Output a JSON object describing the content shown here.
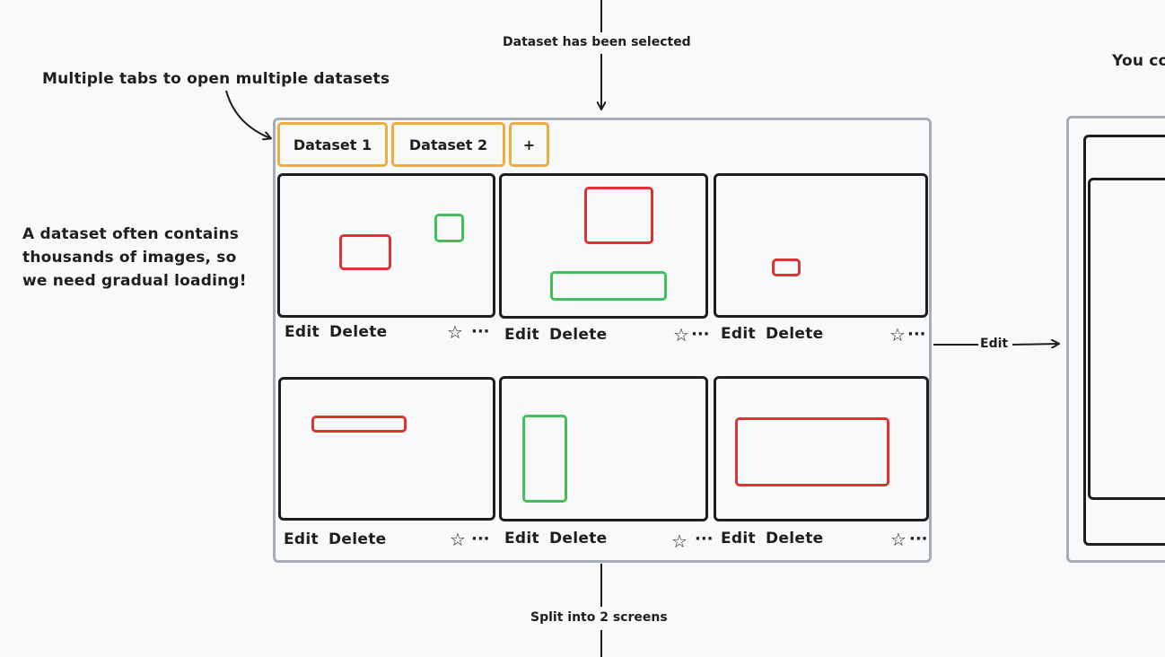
{
  "annotations": {
    "dataset_selected": "Dataset has been selected",
    "multiple_tabs": "Multiple tabs to open multiple datasets",
    "gradual_loading": "A dataset often contains\nthousands of images, so\nwe need gradual loading!",
    "edit_arrow": "Edit",
    "split": "Split into 2 screens",
    "right_note": "You co"
  },
  "tabs": [
    {
      "label": "Dataset 1"
    },
    {
      "label": "Dataset 2"
    },
    {
      "label": "+"
    }
  ],
  "cards": [
    {
      "edit": "Edit",
      "delete": "Delete",
      "more": "···"
    },
    {
      "edit": "Edit",
      "delete": "Delete",
      "more": "···"
    },
    {
      "edit": "Edit",
      "delete": "Delete",
      "more": "···"
    },
    {
      "edit": "Edit",
      "delete": "Delete",
      "more": "···"
    },
    {
      "edit": "Edit",
      "delete": "Delete",
      "more": "···"
    },
    {
      "edit": "Edit",
      "delete": "Delete",
      "more": "···"
    }
  ],
  "colors": {
    "panel_border": "#a7adb6",
    "tab_border": "#f0ad3f",
    "red_box": "#e03131",
    "green_box": "#40c057",
    "ink": "#1e1e1e"
  },
  "icons": {
    "star": "star-icon",
    "more": "more-icon"
  }
}
